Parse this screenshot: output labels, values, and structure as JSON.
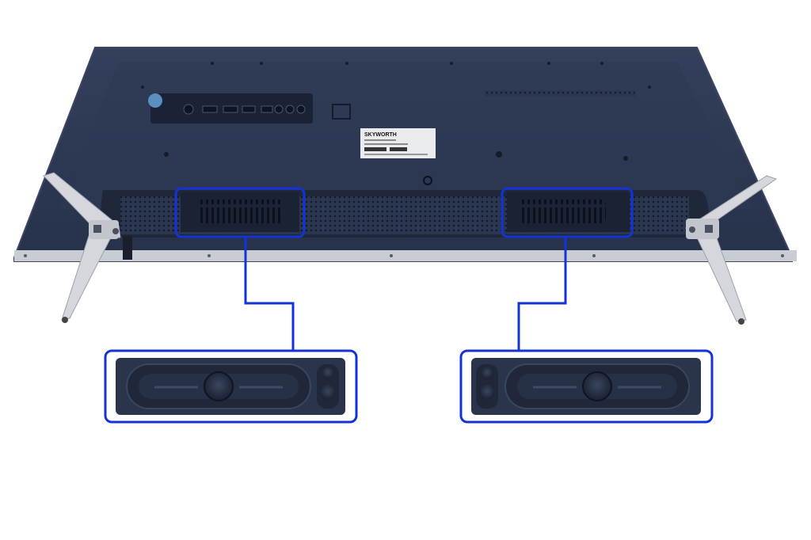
{
  "product": {
    "brand_label": "SKYWORTH"
  },
  "colors": {
    "background": "#ffffff",
    "tv_body": "#2b3750",
    "tv_body_dark": "#1e283d",
    "tv_edge": "#3a4663",
    "bottom_strip": "#c9ccd3",
    "stand": "#d5d7dc",
    "highlight_frame": "#1432d6",
    "speaker_body": "#2a344a",
    "speaker_cone": "#1f2738",
    "label_sticker": "#e9ebef"
  },
  "callouts": [
    {
      "name": "left-speaker",
      "icon": "speaker-module-icon"
    },
    {
      "name": "right-speaker",
      "icon": "speaker-module-icon"
    }
  ]
}
